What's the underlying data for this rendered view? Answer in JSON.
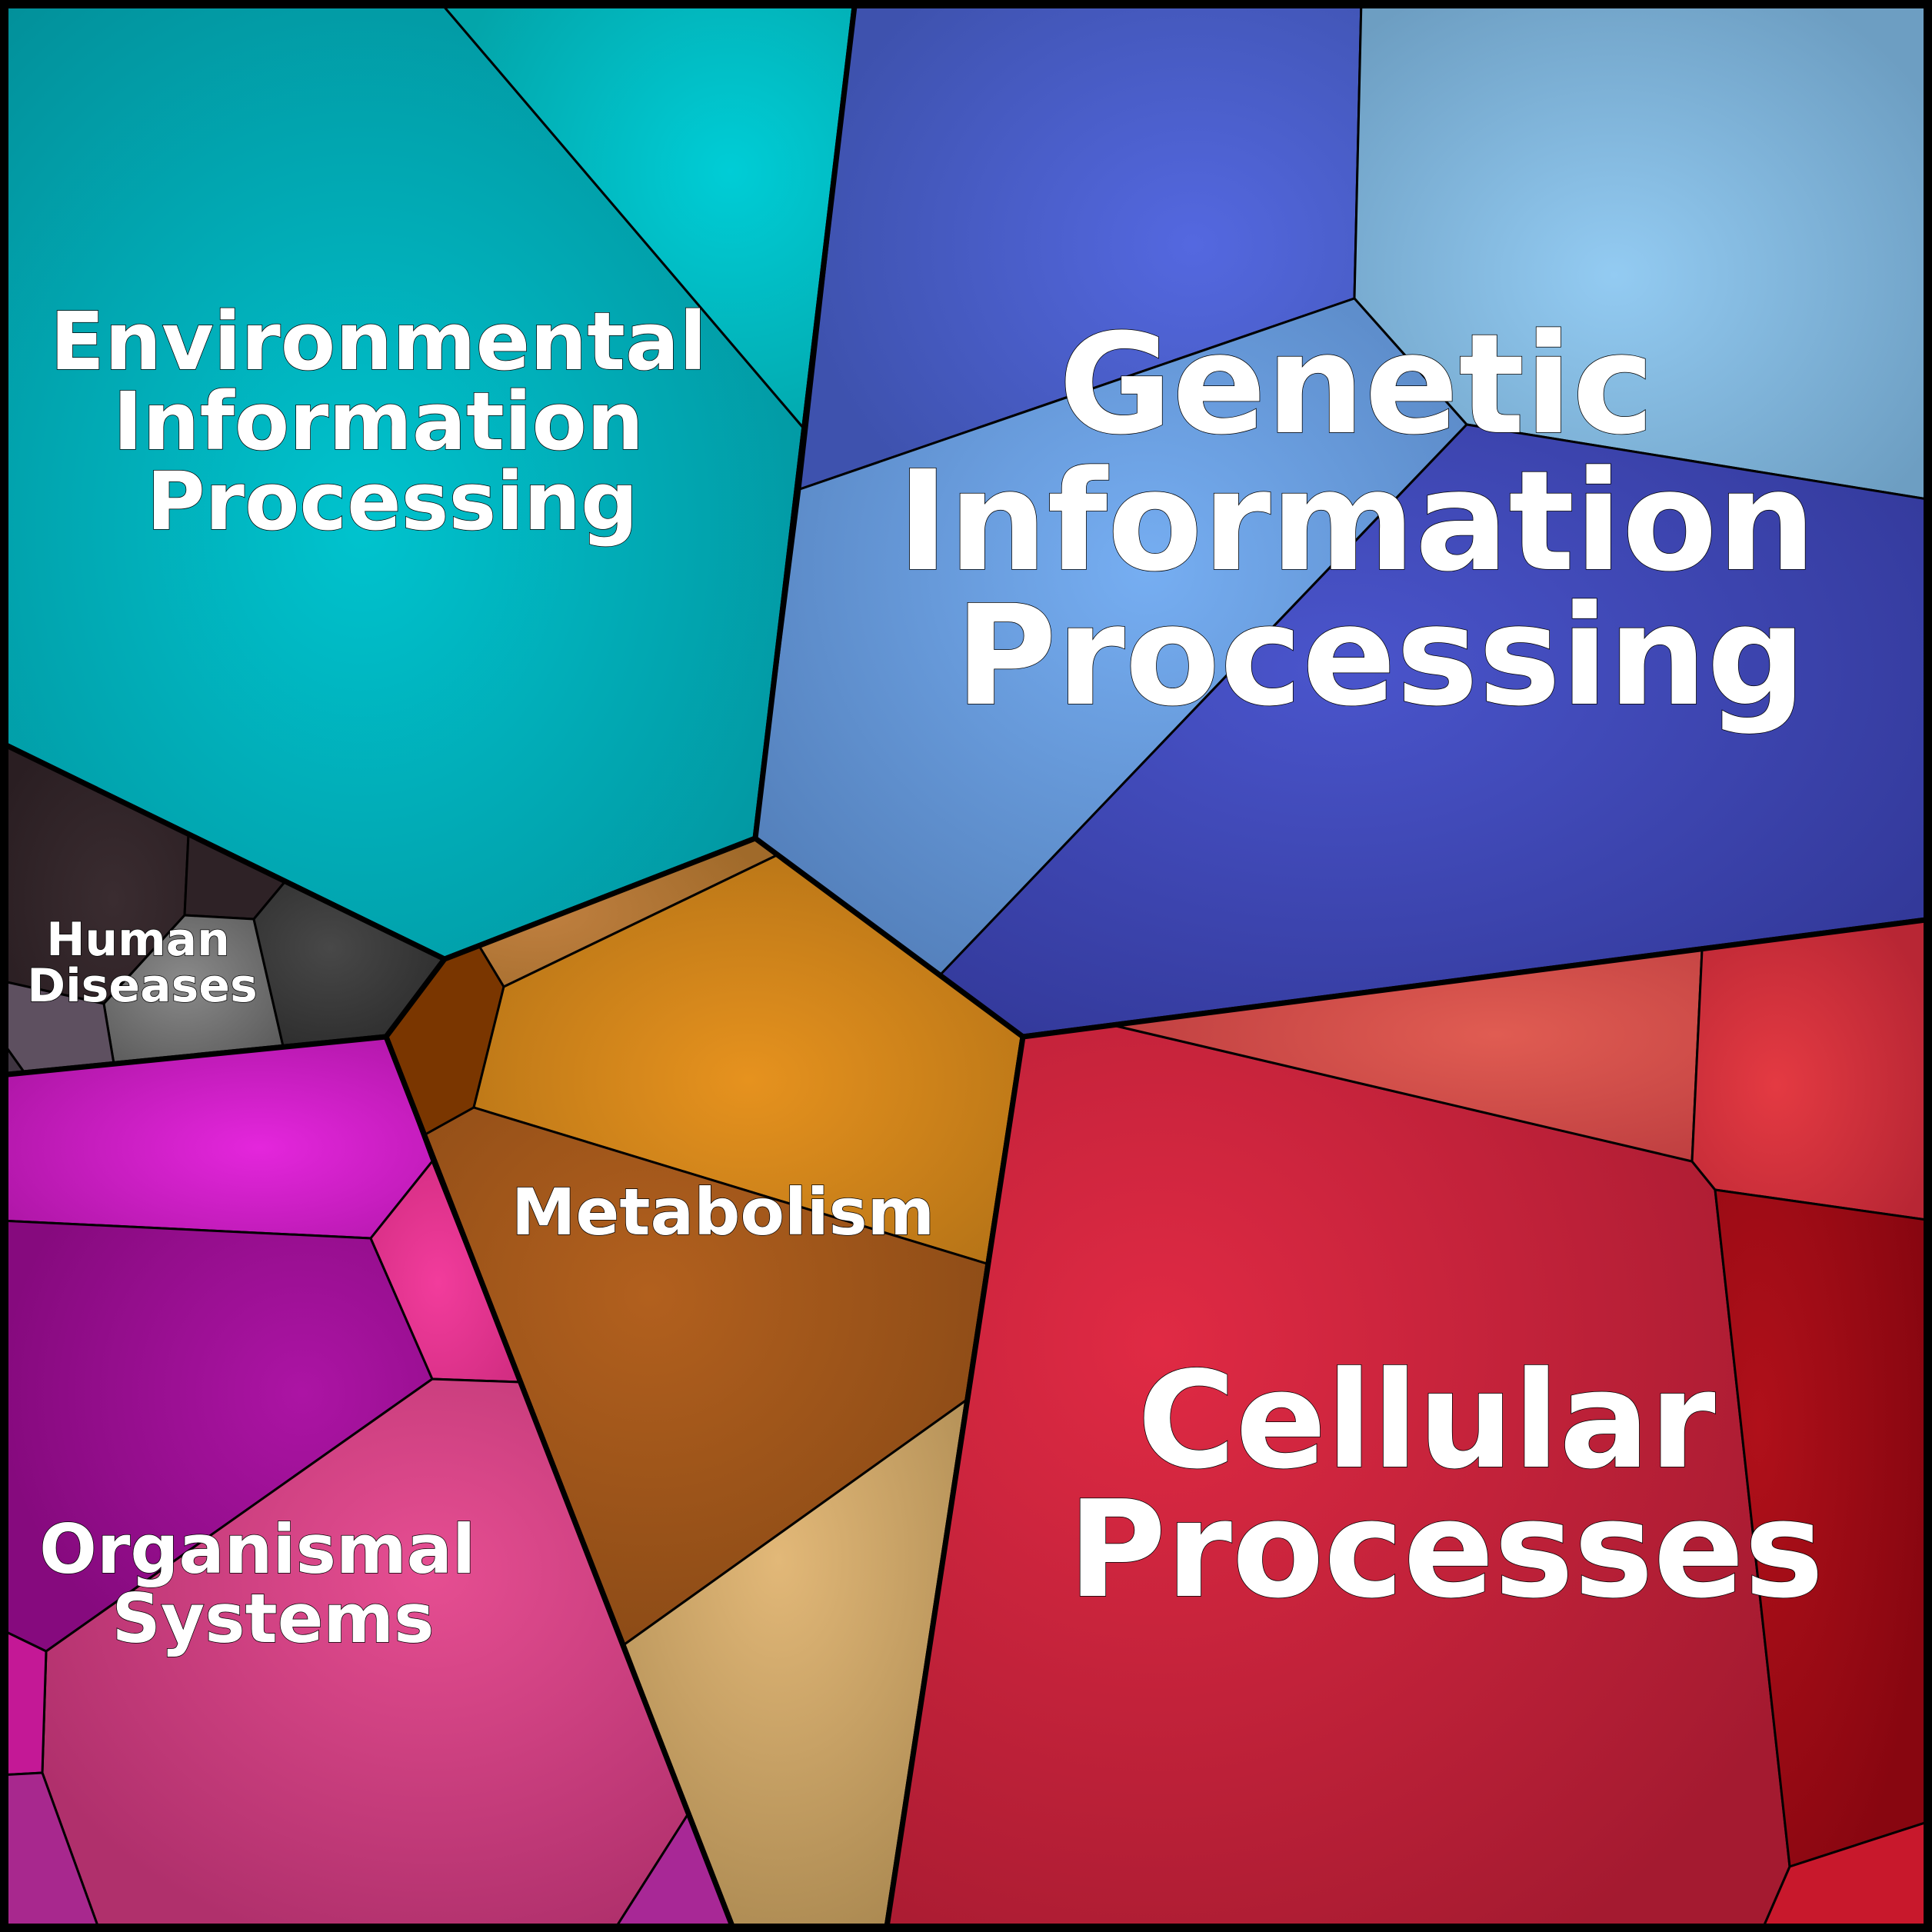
{
  "groups": [
    {
      "id": "environmental",
      "label_lines": [
        "Environmental",
        "Information",
        "Processing"
      ],
      "colors": {
        "base": "#02939B",
        "light": "#00C6D0",
        "highlight": "#00CDD6"
      }
    },
    {
      "id": "genetic",
      "label_lines": [
        "Genetic",
        "Information",
        "Processing"
      ],
      "colors": {
        "base": "#3342A6",
        "mid": "#5B82C8",
        "light": "#8FC2EC",
        "highlight": "#5569E0"
      }
    },
    {
      "id": "human-diseases",
      "label_lines": [
        "Human",
        "Diseases"
      ],
      "colors": {
        "dark": "#2E2226",
        "mid": "#3E3438",
        "gray": "#7A7A7A",
        "mauve": "#5E5060"
      }
    },
    {
      "id": "metabolism",
      "label_lines": [
        "Metabolism"
      ],
      "colors": {
        "orange": "#E0901E",
        "brown": "#A85A20",
        "tan": "#DEB070",
        "darkbrown": "#7A3600"
      }
    },
    {
      "id": "organismal",
      "label_lines": [
        "Organismal",
        "Systems"
      ],
      "colors": {
        "magenta": "#E020D8",
        "purple": "#9A1090",
        "pink": "#E04A8C",
        "hotpink": "#F03C9A"
      }
    },
    {
      "id": "cellular",
      "label_lines": [
        "Cellular",
        "Processes"
      ],
      "colors": {
        "red": "#D82840",
        "salmon": "#E05A50",
        "crimson": "#A0101A",
        "bright": "#E03040"
      }
    }
  ]
}
